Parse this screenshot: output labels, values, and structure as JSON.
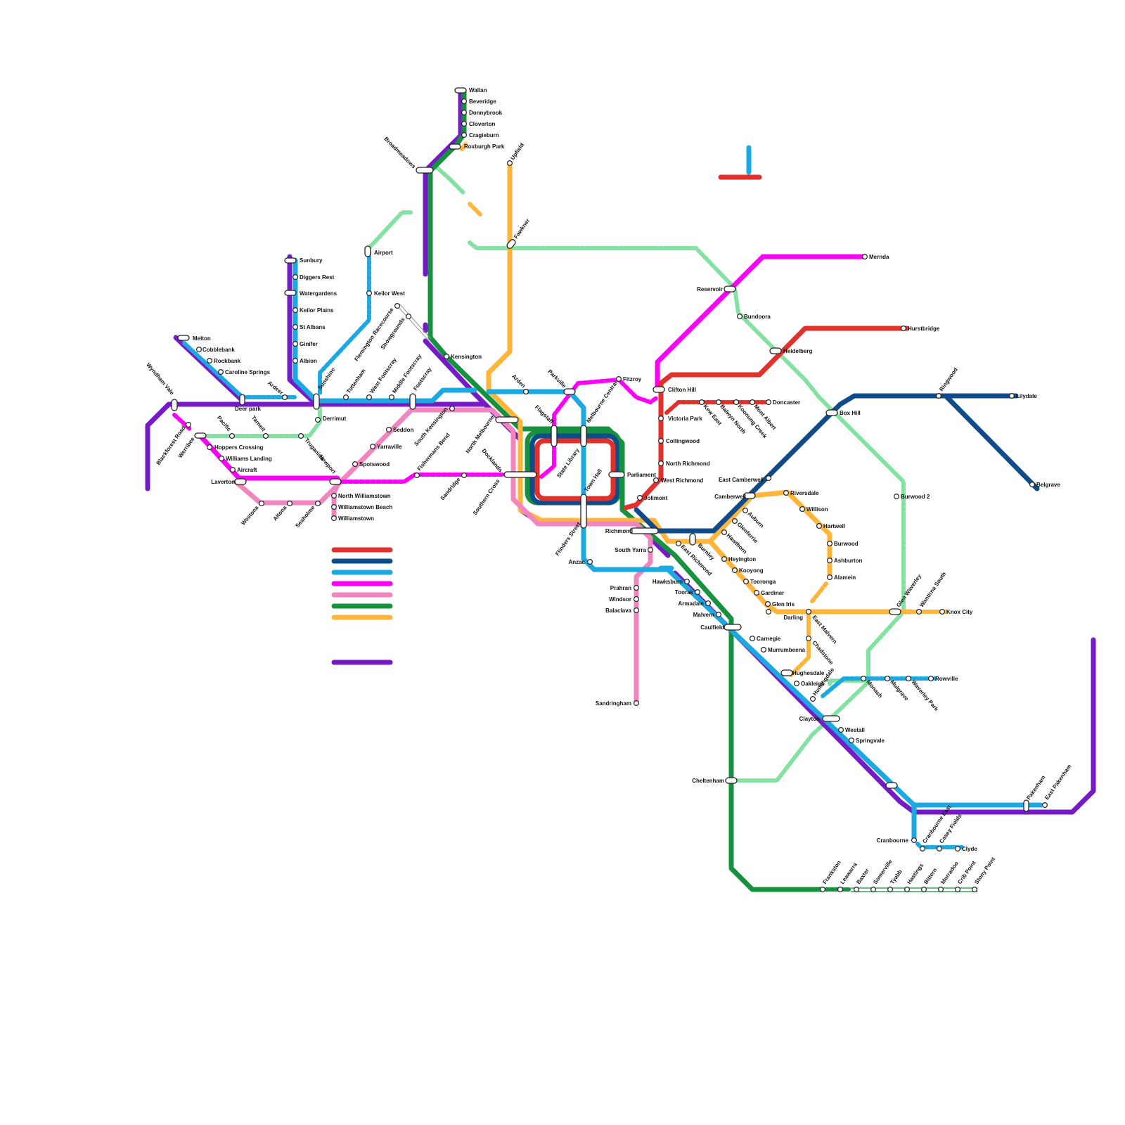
{
  "map": {
    "line_colors": {
      "red": "#e2312a",
      "blue": "#0f4c8c",
      "cyan": "#1ba9e1",
      "magenta": "#fd00f7",
      "pink": "#f185bf",
      "green": "#16913d",
      "orange": "#ffb53a",
      "lightgreen": "#83e2a1",
      "purple": "#7619c7"
    },
    "stations": {
      "wallan": "Wallan",
      "beveridge": "Beveridge",
      "donnybrook": "Donnybrook",
      "cloverton": "Cloverton",
      "craigieburn": "Cragieburn",
      "roxburgh_park": "Roxburgh Park",
      "broadmeadows": "Broadmeadows",
      "upfield": "Upfield",
      "fawkner": "Fawkner",
      "sunbury": "Sunbury",
      "diggers_rest": "Diggers Rest",
      "watergardens": "Watergardens",
      "keilor_plains": "Keilor Plains",
      "st_albans": "St Albans",
      "ginifer": "Ginifer",
      "albion": "Albion",
      "airport": "Airport",
      "keilor_west": "Keilor West",
      "flemington_racecourse": "Flemington Racecourse",
      "showgrounds": "Showgrounds",
      "kensington": "Kensington",
      "melton": "Melton",
      "cobblebank": "Cobblebank",
      "rockbank": "Rockbank",
      "caroline_springs": "Caroline Springs",
      "ardeer": "Ardeer",
      "deer_park": "Deer park",
      "sunshine": "Sunshine",
      "tottenham": "Tottenham",
      "west_footscray": "West Footscray",
      "middle_footscray": "Middle Footscray",
      "footscray": "Footscray",
      "derrimut": "Derrimut",
      "wyndham_vale": "Wyndham Vale",
      "blackforest_road": "Blackforest Road",
      "werribee": "Werribee",
      "hoppers_crossing": "Hoppers Crossing",
      "williams_landing": "Williams Landing",
      "aircraft": "Aircraft",
      "laverton": "Laverton",
      "pacific": "Pacific",
      "tarneit": "Tarneit",
      "truganina": "Truganina",
      "westona": "Westona",
      "altona": "Altona",
      "seaholme": "Seaholme",
      "newport": "Newport",
      "north_williamstown": "North Williamstown",
      "williamstown_beach": "Williamstown Beach",
      "williamstown": "Williamstown",
      "spotswood": "Spotswood",
      "yarraville": "Yarraville",
      "seddon": "Seddon",
      "south_kensington": "South Kensington",
      "fishermans_bend": "Fishermans Bend",
      "sandridge": "Sandridge",
      "north_melbourne": "North Melbourne",
      "docklands": "Docklands",
      "southern_cross": "Southern Cross",
      "arden": "Arden",
      "parkville": "Parkville",
      "melbourne_central": "Melbourne Central",
      "flagstaff": "Flagstaff",
      "state_library": "State Library",
      "town_hall": "Town Hall",
      "flinders_street": "Flinders Street",
      "parliament": "Parliament",
      "anzac": "Anzac",
      "fitzroy": "Fitzroy",
      "clifton_hill": "Clifton Hill",
      "victoria_park": "Victoria Park",
      "collingwood": "Collingwood",
      "north_richmond": "North Richmond",
      "west_richmond": "West Richmond",
      "jolimont": "Jolimont",
      "richmond": "Richmond",
      "south_yarra": "South Yarra",
      "east_richmond": "East Richmond",
      "burnley": "Burnley",
      "hawthorn": "Hawthorn",
      "glenferrie": "Glenferrie",
      "auburn": "Auburn",
      "camberwell": "Camberwell",
      "east_camberwell": "East Camberwell",
      "riversdale": "Riversdale",
      "willison": "Willison",
      "hartwell": "Hartwell",
      "burwood": "Burwood",
      "ashburton": "Ashburton",
      "alamein": "Alamein",
      "heyington": "Heyington",
      "kooyong": "Kooyong",
      "tooronga": "Tooronga",
      "gardiner": "Gardiner",
      "glen_iris": "Glen Iris",
      "darling": "Darling",
      "east_malvern": "East Malvern",
      "chadstone": "Chadstone",
      "hughesdale": "Hughesdale",
      "oakleigh": "Oakleigh",
      "huntingdale": "Huntingdale",
      "monash": "Monash",
      "mulgrave": "Mulgrave",
      "waverley_park": "Waverley Park",
      "rowville": "Rowville",
      "clayton": "Clayton",
      "westall": "Westall",
      "springvale": "Springvale",
      "glen_waverley": "Glen Waverley",
      "wantirna_south": "Wantirna South",
      "knox_city": "Knox City",
      "burwood_2": "Burwood 2",
      "box_hill": "Box Hill",
      "ringwood": "Ringwood",
      "lilydale": "Lilydale",
      "belgrave": "Belgrave",
      "kew_east": "Kew East",
      "balwyn_north": "Balwyn North",
      "koonung_creek": "Koonung Creek",
      "mont_albert": "Mont Albert",
      "doncaster": "Doncaster",
      "heidelberg": "Heidelberg",
      "hurstbridge": "Hurstbridge",
      "reservoir": "Reservoir",
      "bundoora": "Bundoora",
      "mernda": "Mernda",
      "prahran": "Prahran",
      "windsor": "Windsor",
      "balaclava": "Balaclava",
      "sandringham": "Sandringham",
      "hawksburn": "Hawksburn",
      "toorak": "Toorak",
      "armadale": "Armadale",
      "malvern": "Malvern",
      "caulfield": "Caulfield",
      "carnegie": "Carnegie",
      "murrumbeena": "Murrumbeena",
      "cheltenham": "Cheltenham",
      "frankston": "Frankston",
      "leawarra": "Leawarra",
      "baxter": "Baxter",
      "somerville": "Somerville",
      "tyabb": "Tyabb",
      "hastings": "Hastings",
      "bittern": "Bittern",
      "morradoo": "Morradoo",
      "crib_point": "Crib Point",
      "stony_point": "Stony Point",
      "cranbourne": "Cranbourne",
      "cranbourne_east": "Cranbourne East",
      "casey_fields": "Casey Fields",
      "clyde": "Clyde",
      "pakenham": "Pakenham",
      "east_pakenham": "East Pakenham"
    }
  }
}
